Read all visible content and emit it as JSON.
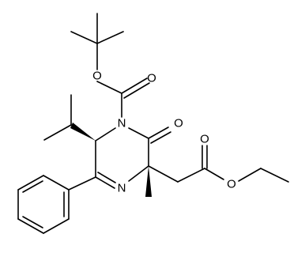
{
  "molecule": {
    "atom_labels": {
      "boc_ester_oxygen": "O",
      "boc_carbonyl_oxygen": "O",
      "ring_nitrogen_amide": "N",
      "ring_carbonyl_oxygen": "O",
      "ring_nitrogen_imine": "N",
      "ester_carbonyl_oxygen": "O",
      "ester_alkoxy_oxygen": "O"
    },
    "colors": {
      "bond": "#000000",
      "label": "#000000",
      "background": "#ffffff"
    }
  }
}
